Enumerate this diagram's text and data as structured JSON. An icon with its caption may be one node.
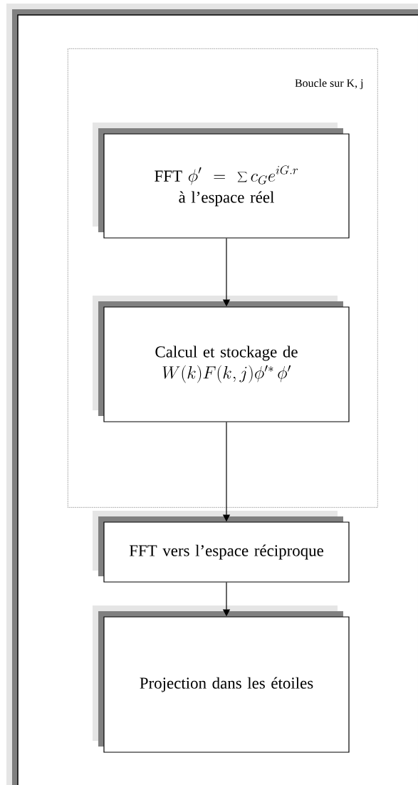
{
  "diagram": {
    "nodes": [
      {
        "text": [
          "Boucle sur K, j"
        ]
      },
      {
        "text": [
          "FFT",
          "\\phi' = \\sum c_G e^{iG.r}",
          "à l’espace réel"
        ],
        "in": 0
      },
      {
        "text": [
          "Calcul  et stockage de",
          "W(k)F(k, j)\\phi^{\\prime *}\\,\\phi'"
        ],
        "in": 0
      },
      {
        "text": [
          "FFT vers l’espace réciproque"
        ]
      },
      {
        "text": [
          "Projection dans les étoiles"
        ]
      }
    ],
    "edges": [
      {
        "from": 1,
        "to": 2,
        "arrow": "to"
      },
      {
        "from": 2,
        "to": 3,
        "arrow": "to"
      },
      {
        "from": 3,
        "to": 4,
        "arrow": "to"
      }
    ]
  }
}
